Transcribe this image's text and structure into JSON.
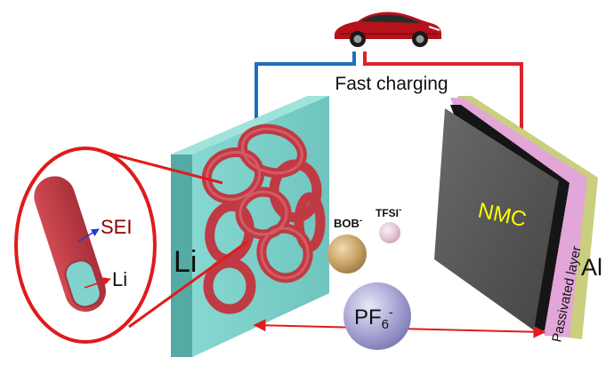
{
  "labels": {
    "fast_charging": "Fast charging",
    "li_anode": "Li",
    "nmc": "NMC",
    "passivated_layer": "Passivated layer",
    "al": "Al",
    "sei": "SEI",
    "li_core": "Li",
    "bob_base": "BOB",
    "bob_charge": "-",
    "tfsi_base": "TFSI",
    "tfsi_charge": "-",
    "pf6_base": "PF",
    "pf6_sub": "6",
    "pf6_charge": "-"
  },
  "icons": [
    "electric-car-icon"
  ],
  "colors": {
    "wire_negative": "#1e6fbf",
    "wire_positive": "#e0202a",
    "anode": "#7fd3cc",
    "dendrite": "#c03a44",
    "cathode": "#555555",
    "passivated_layer": "#e2a6d8",
    "al_foil": "#c9cf7d",
    "nmc_text": "#ffff00",
    "callout": "#e01b1b",
    "sei_text": "#8b0000",
    "pf6_ion": "#9a98c8",
    "bob_ion": "#c8a266",
    "tfsi_ion": "#e6c6d6"
  }
}
